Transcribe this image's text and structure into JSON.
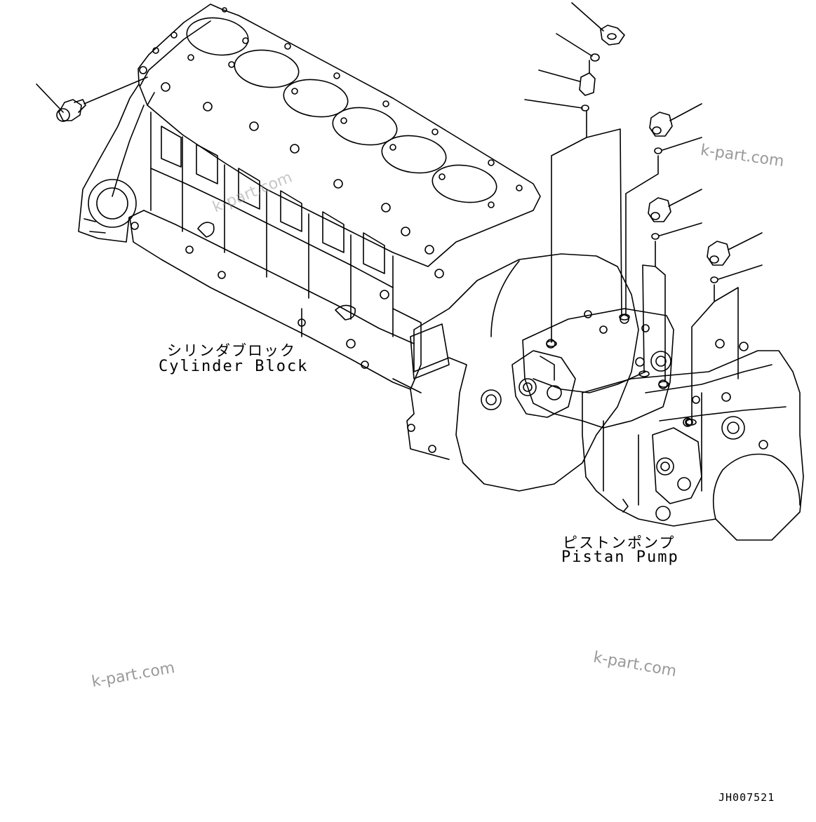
{
  "labels": {
    "cylinder_block_jp": "シリンダブロック",
    "cylinder_block_en": "Cylinder Block",
    "piston_pump_jp": "ピストンポンプ",
    "piston_pump_en": "Pistan Pump"
  },
  "watermarks": [
    "k-part.com",
    "k-part.com",
    "k-part.com",
    "k-part.com"
  ],
  "drawing_code": "JH007521"
}
